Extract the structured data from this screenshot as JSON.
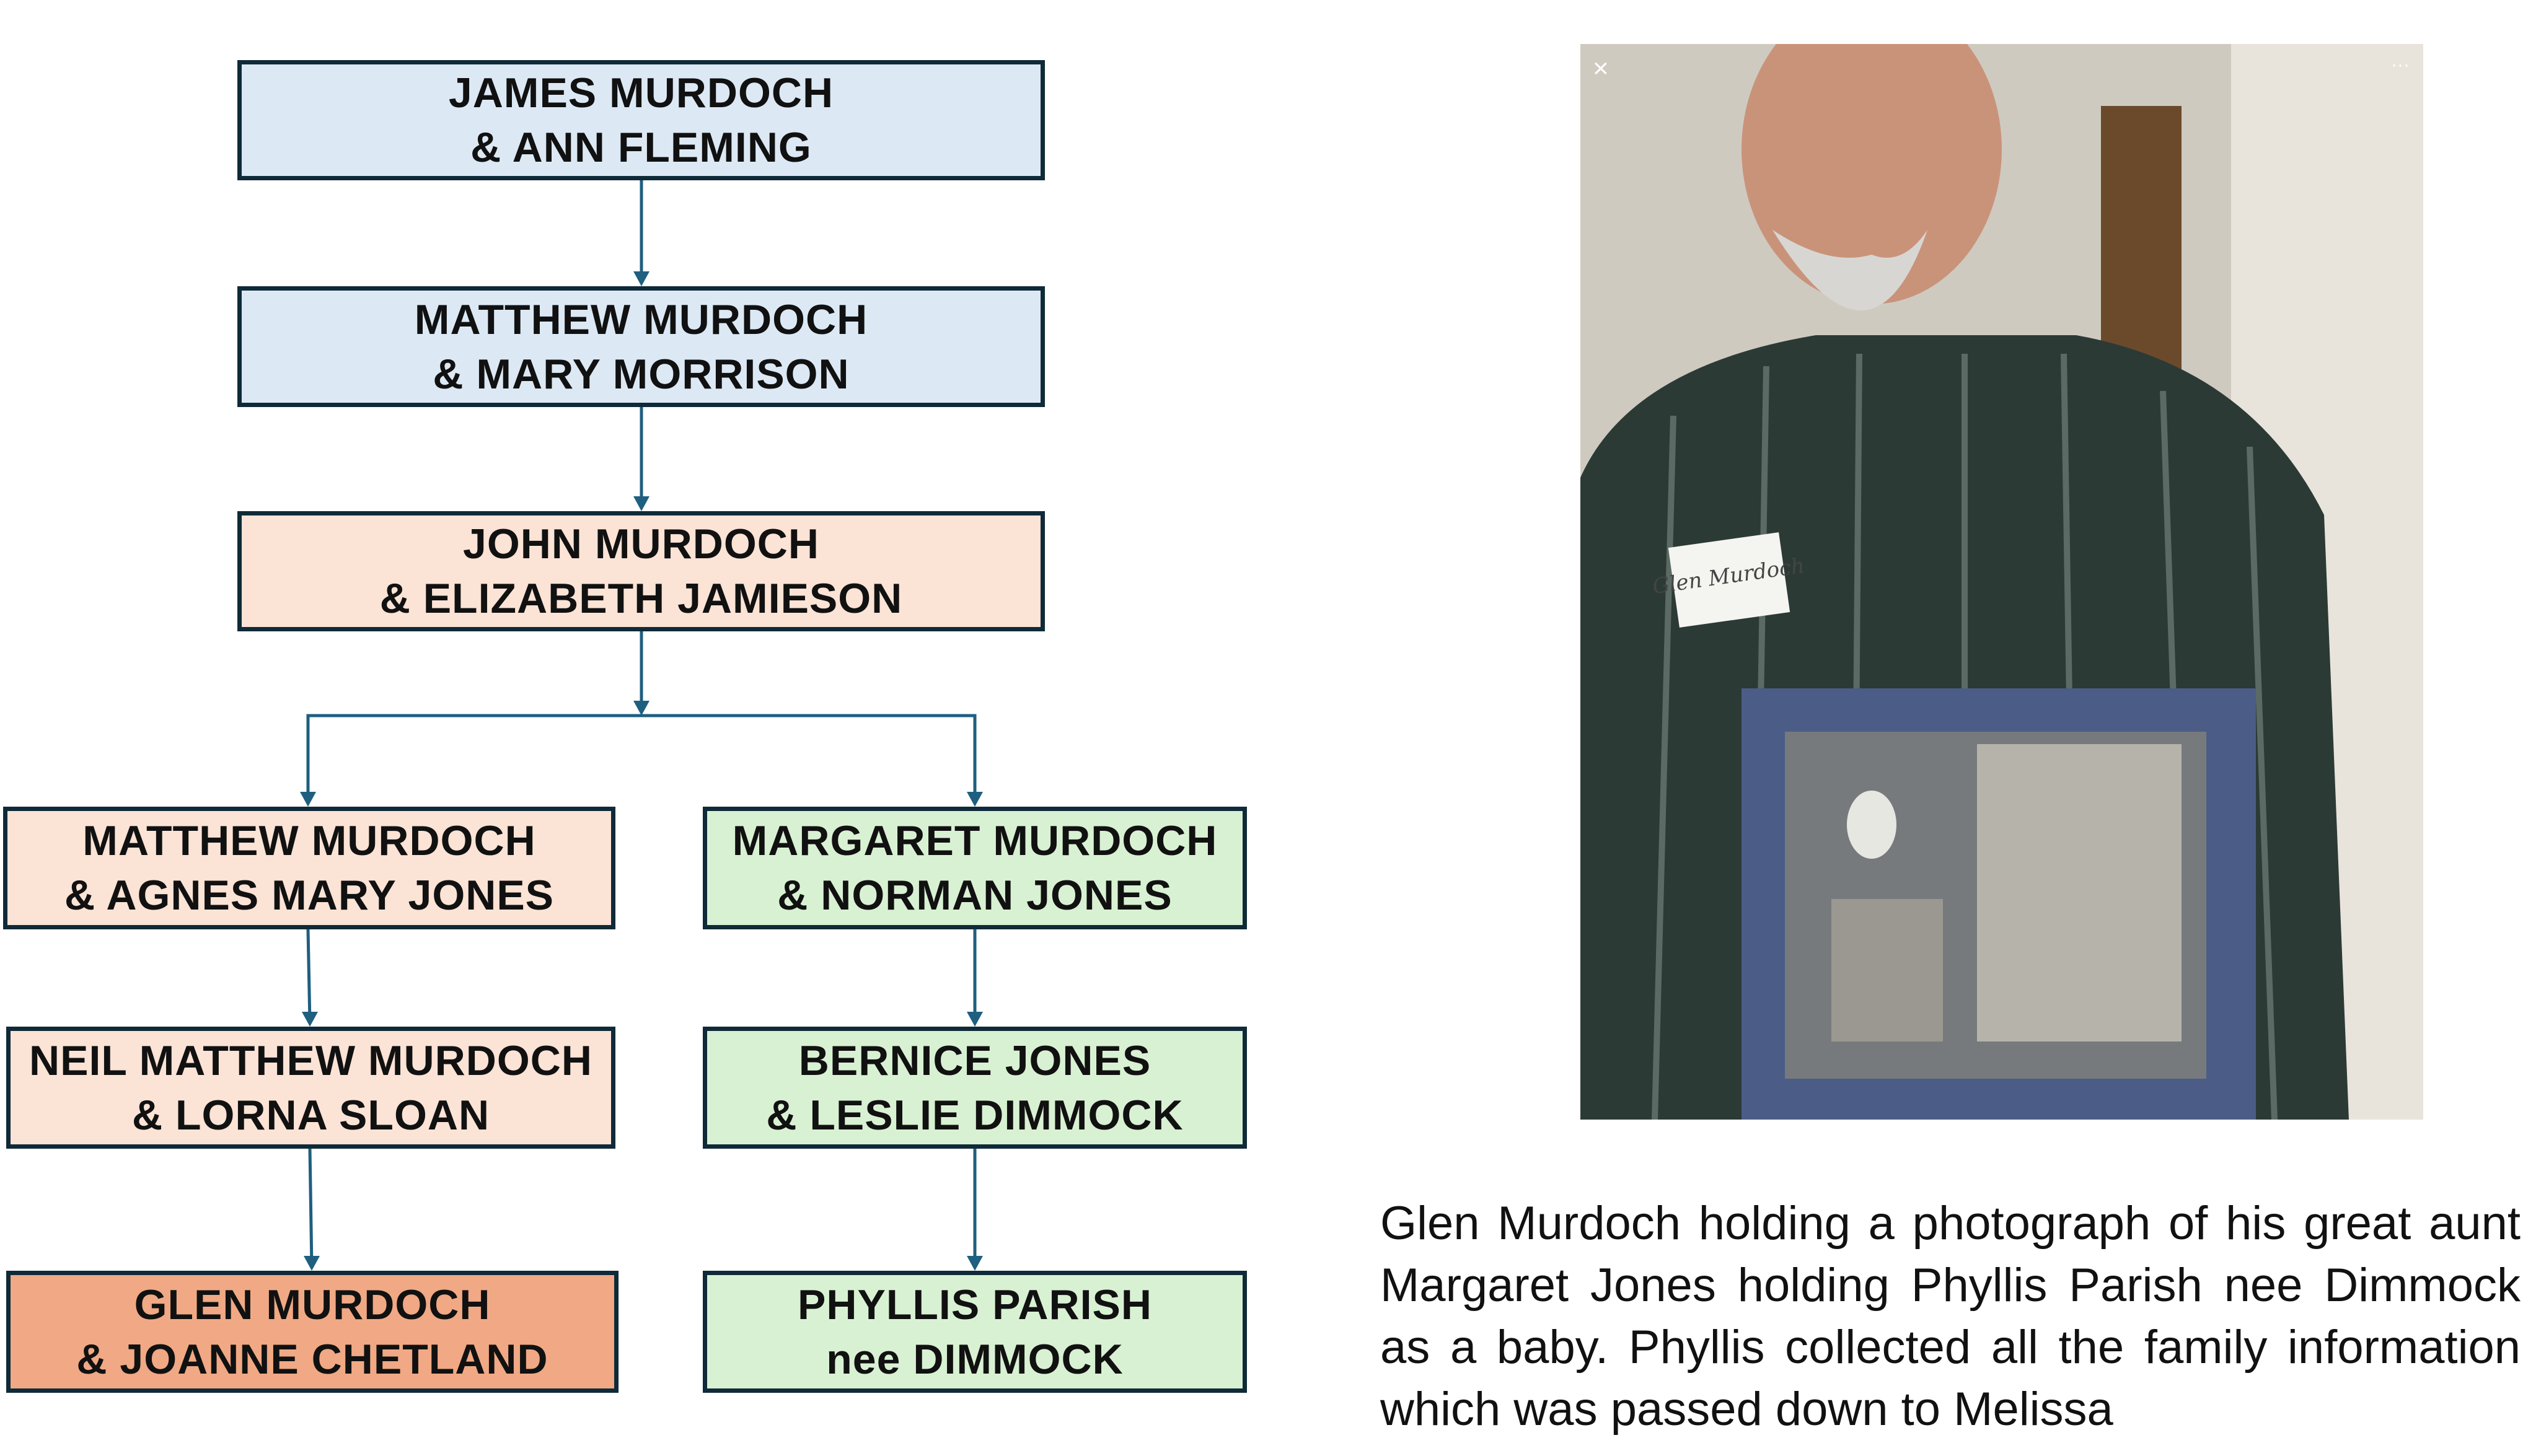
{
  "tree": {
    "gen1": {
      "line1": "JAMES MURDOCH",
      "line2": "& ANN FLEMING"
    },
    "gen2": {
      "line1": "MATTHEW MURDOCH",
      "line2": "& MARY MORRISON"
    },
    "gen3": {
      "line1": "JOHN MURDOCH",
      "line2": "& ELIZABETH JAMIESON"
    },
    "left": [
      {
        "line1": "MATTHEW MURDOCH",
        "line2": "& AGNES MARY JONES"
      },
      {
        "line1": "NEIL MATTHEW MURDOCH",
        "line2": "& LORNA SLOAN"
      },
      {
        "line1": "GLEN MURDOCH",
        "line2": "& JOANNE CHETLAND"
      }
    ],
    "right": [
      {
        "line1": "MARGARET MURDOCH",
        "line2": "& NORMAN JONES"
      },
      {
        "line1": "BERNICE JONES",
        "line2": "& LESLIE DIMMOCK"
      },
      {
        "line1": "PHYLLIS PARISH",
        "line2": "nee DIMMOCK"
      }
    ]
  },
  "colors": {
    "blue": "#dce9f5",
    "peach": "#fbe3d6",
    "orange": "#f0a984",
    "green": "#d9f1d3",
    "connector": "#1f5f80"
  },
  "photo": {
    "close_icon": "×",
    "more_icon": "···",
    "name_tag": "Glen Murdoch"
  },
  "caption": "Glen Murdoch holding a photograph of his great aunt Margaret  Jones holding Phyllis Parish nee Dimmock as a baby. Phyllis collected all the family information which was passed down to Melissa"
}
